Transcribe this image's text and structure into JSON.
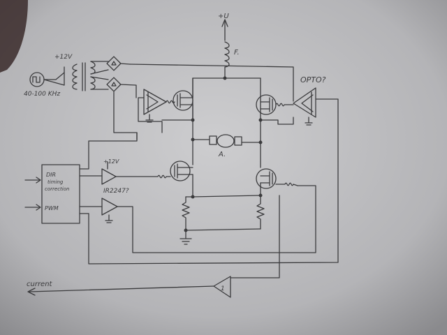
{
  "paper_color": "#c9c9cb",
  "ink_color": "#3b3b3d",
  "labels": {
    "supply": "+U",
    "fuse": "F.",
    "plus12_top": "+12V",
    "osc_freq": "40-100 KHz",
    "opto": "OPTO?",
    "motor": "A.",
    "dir_line1": "DIR",
    "dir_line2": "timing",
    "dir_line3": "correction",
    "pwm": "PWM",
    "plus12_mid": "+12V",
    "driver_ic": "IR2247?",
    "current": "current",
    "amp_gain": "1"
  }
}
